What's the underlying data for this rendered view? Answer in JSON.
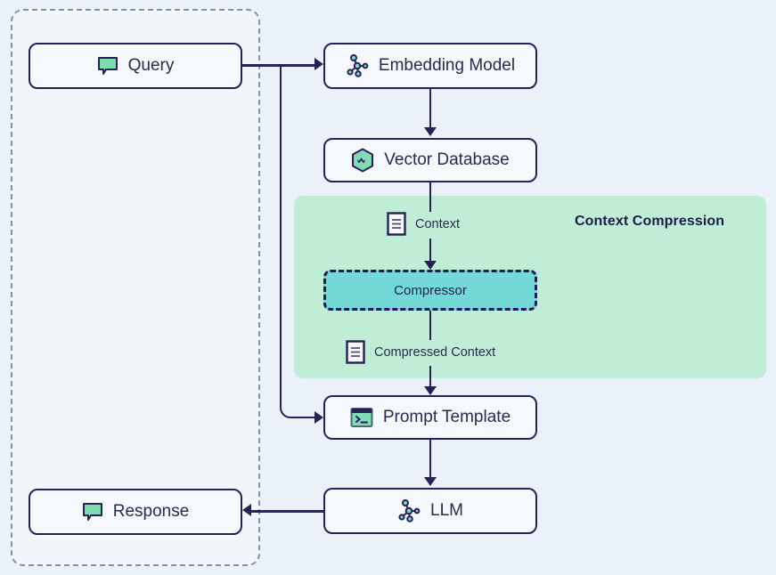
{
  "diagram": {
    "title": "",
    "background_color": "#eaf1f8",
    "accent_color": "#2a2059",
    "region_color": "#c0edd5",
    "compressor_color": "#72d9d6"
  },
  "region": {
    "label": "Context Compression"
  },
  "nodes": {
    "query": {
      "label": "Query",
      "icon": "speech-bubble-icon"
    },
    "response": {
      "label": "Response",
      "icon": "speech-bubble-icon"
    },
    "embedding": {
      "label": "Embedding Model",
      "icon": "node-graph-icon"
    },
    "vectordb": {
      "label": "Vector Database",
      "icon": "hexagon-database-icon"
    },
    "compressor": {
      "label": "Compressor",
      "icon": ""
    },
    "prompt": {
      "label": "Prompt Template",
      "icon": "terminal-icon"
    },
    "llm": {
      "label": "LLM",
      "icon": "node-graph-icon"
    }
  },
  "data_labels": {
    "context": {
      "label": "Context",
      "icon": "document-icon"
    },
    "compressed_context": {
      "label": "Compressed Context",
      "icon": "document-icon"
    }
  },
  "edges": [
    {
      "from": "query",
      "to": "embedding"
    },
    {
      "from": "query",
      "to": "prompt"
    },
    {
      "from": "embedding",
      "to": "vectordb"
    },
    {
      "from": "vectordb",
      "to": "compressor"
    },
    {
      "from": "compressor",
      "to": "prompt"
    },
    {
      "from": "prompt",
      "to": "llm"
    },
    {
      "from": "llm",
      "to": "response"
    }
  ]
}
